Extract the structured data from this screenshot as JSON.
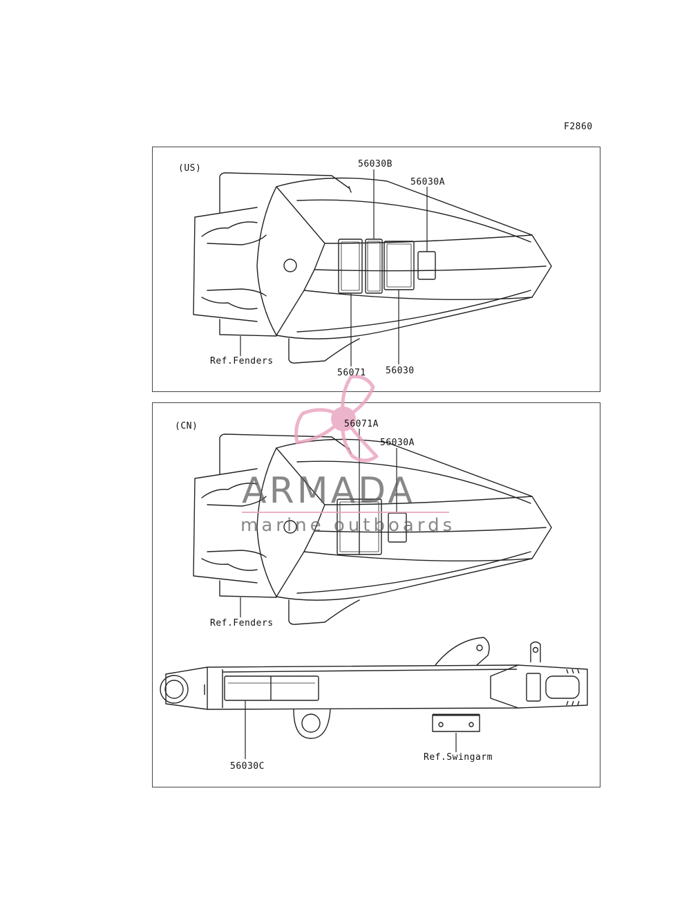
{
  "figure_code": "F2860",
  "panels": {
    "us": {
      "region": "(US)",
      "parts": {
        "p56030B": "56030B",
        "p56030A": "56030A",
        "p56071": "56071",
        "p56030": "56030",
        "fenders_ref": "Ref.Fenders"
      }
    },
    "cn": {
      "region": "(CN)",
      "parts": {
        "p56071A": "56071A",
        "p56030A": "56030A",
        "fenders_ref": "Ref.Fenders",
        "p56030C": "56030C",
        "swingarm_ref": "Ref.Swingarm"
      }
    }
  },
  "watermark": {
    "brand": "ARMADA",
    "tagline": "marine outboards",
    "accent_color": "#e8a2bf"
  }
}
